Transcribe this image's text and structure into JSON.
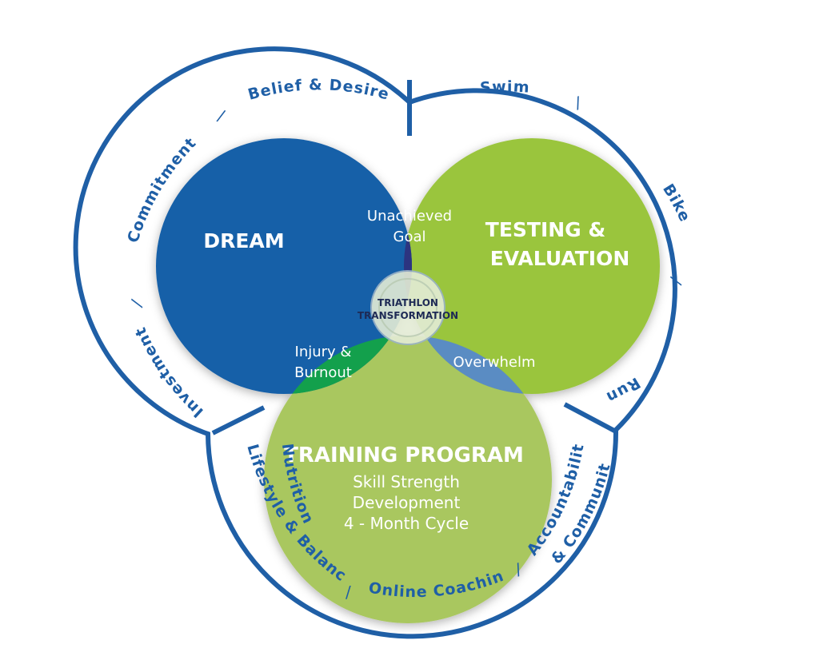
{
  "colors": {
    "dream": "#1760a8",
    "testing": "#9ac53e",
    "training": "#a9c75e",
    "unachieved": "#2c3480",
    "injury": "#13a04c",
    "overwhelm": "#5a8cc3",
    "ring": "#1f5fa6"
  },
  "circles": {
    "dream": "DREAM",
    "testing_line1": "TESTING &",
    "testing_line2": "EVALUATION",
    "training": "TRAINING PROGRAM",
    "training_sub": [
      "Skill Strength",
      "Development",
      "4 - Month Cycle"
    ]
  },
  "overlaps": {
    "unachieved": [
      "Unachieved",
      "Goal"
    ],
    "injury": [
      "Injury &",
      "Burnout"
    ],
    "overwhelm": "Overwhelm"
  },
  "center": [
    "TRIATHLON",
    "TRANSFORMATION"
  ],
  "ring_labels": {
    "commitment": "Commitment",
    "belief": "Belief & Desire",
    "investment": "Investment",
    "swim": "Swim",
    "bike": "Bike",
    "run": "Run",
    "nutrition": "Nutrition",
    "lifestyle": "Lifestyle & Balance",
    "online": "Online Coaching",
    "accountability": "Accountability",
    "community": "& Community",
    "separator": "/"
  }
}
